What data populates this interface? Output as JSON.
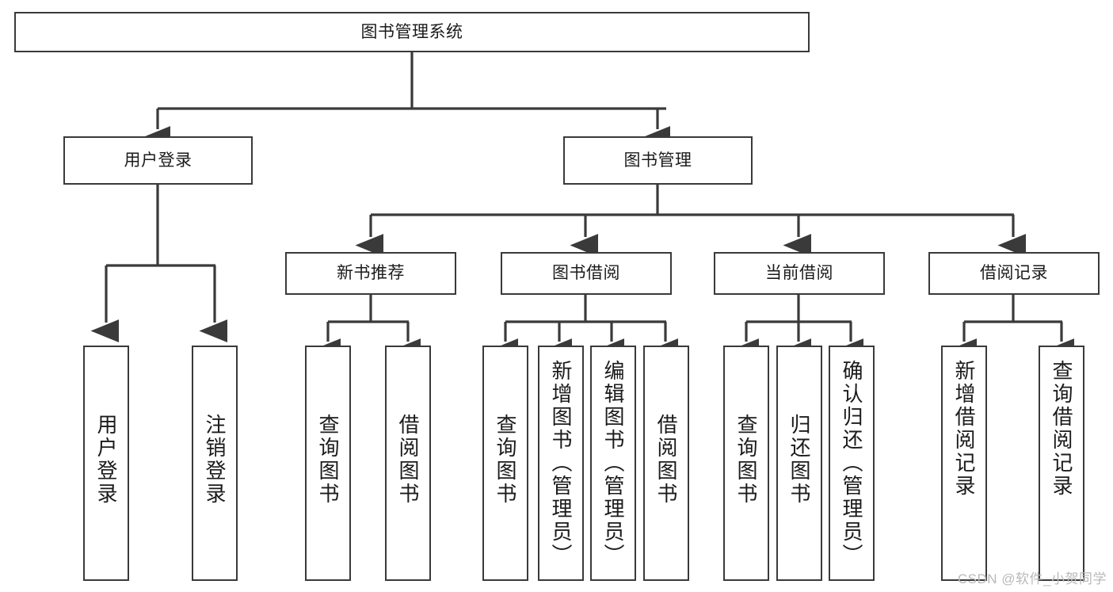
{
  "diagram": {
    "title": "图书管理系统",
    "type": "tree",
    "watermark": "CSDN @软件_小贺同学",
    "colors": {
      "stroke": "#3a3a3a",
      "fill": "#ffffff",
      "text": "#1b1b1b",
      "watermark": "#b9b9b9"
    },
    "nodes": {
      "root": {
        "label": "图书管理系统"
      },
      "level2": [
        {
          "id": "user-login",
          "label": "用户登录"
        },
        {
          "id": "book-management",
          "label": "图书管理"
        }
      ],
      "level3": [
        {
          "id": "new-book-recommend",
          "label": "新书推荐"
        },
        {
          "id": "book-borrow",
          "label": "图书借阅"
        },
        {
          "id": "current-borrow",
          "label": "当前借阅"
        },
        {
          "id": "borrow-record",
          "label": "借阅记录"
        }
      ],
      "leaves": {
        "user_login": [
          {
            "id": "leaf-user-login",
            "label": "用户登录"
          },
          {
            "id": "leaf-user-logout",
            "label": "注销登录"
          }
        ],
        "new_book_recommend": [
          {
            "id": "leaf-query-book-1",
            "label": "查询图书"
          },
          {
            "id": "leaf-borrow-book-1",
            "label": "借阅图书"
          }
        ],
        "book_borrow": [
          {
            "id": "leaf-query-book-2",
            "label": "查询图书"
          },
          {
            "id": "leaf-add-book",
            "label": "新增图书（管理员）"
          },
          {
            "id": "leaf-edit-book",
            "label": "编辑图书（管理员）"
          },
          {
            "id": "leaf-borrow-book-2",
            "label": "借阅图书"
          }
        ],
        "current_borrow": [
          {
            "id": "leaf-query-book-3",
            "label": "查询图书"
          },
          {
            "id": "leaf-return-book",
            "label": "归还图书"
          },
          {
            "id": "leaf-confirm-return",
            "label": "确认归还（管理员）"
          }
        ],
        "borrow_record": [
          {
            "id": "leaf-add-record",
            "label": "新增借阅记录"
          },
          {
            "id": "leaf-query-record",
            "label": "查询借阅记录"
          }
        ]
      }
    }
  }
}
